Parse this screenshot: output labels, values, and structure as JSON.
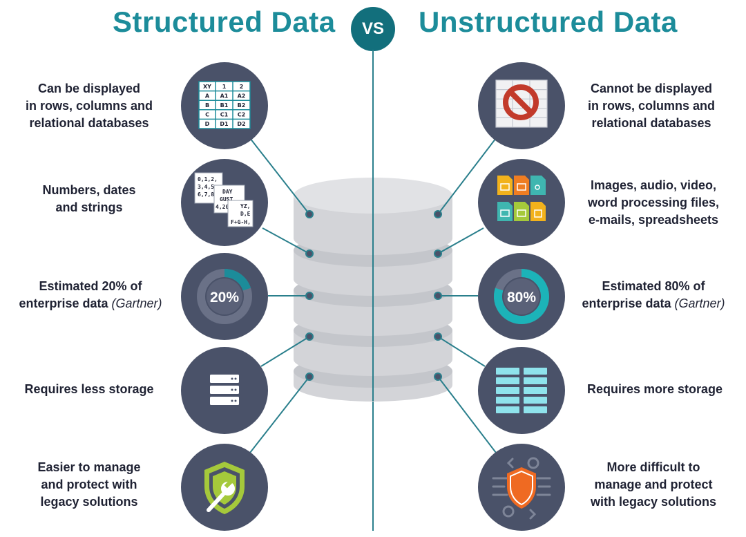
{
  "header": {
    "left_title": "Structured Data",
    "vs": "VS",
    "right_title": "Unstructured Data"
  },
  "structured": [
    {
      "lines": [
        "Can be displayed",
        "in rows, columns and",
        "relational databases"
      ],
      "icon": "table-grid-icon"
    },
    {
      "lines": [
        "Numbers, dates",
        "and strings"
      ],
      "icon": "data-cards-icon"
    },
    {
      "line1": "Estimated 20% of",
      "line2_main": "enterprise data ",
      "line2_note": "(Gartner)",
      "icon": "donut-20-icon",
      "percent": "20%",
      "share": 0.2
    },
    {
      "lines": [
        "Requires less storage"
      ],
      "icon": "small-server-icon"
    },
    {
      "lines": [
        "Easier to manage",
        "and protect with",
        "legacy solutions"
      ],
      "icon": "shield-wrench-icon"
    }
  ],
  "unstructured": [
    {
      "lines": [
        "Cannot be displayed",
        "in rows, columns and",
        "relational databases"
      ],
      "icon": "prohibited-table-icon"
    },
    {
      "lines": [
        "Images, audio, video,",
        "word processing files,",
        "e-mails, spreadsheets"
      ],
      "icon": "file-types-icon"
    },
    {
      "line1": "Estimated 80% of",
      "line2_main": "enterprise data ",
      "line2_note": "(Gartner)",
      "icon": "donut-80-icon",
      "percent": "80%",
      "share": 0.8
    },
    {
      "lines": [
        "Requires more storage"
      ],
      "icon": "large-server-icon"
    },
    {
      "lines": [
        "More difficult to",
        "manage and protect",
        "with legacy solutions"
      ],
      "icon": "shield-tools-icon"
    }
  ],
  "table_cells": [
    "XY",
    "1",
    "2",
    "A",
    "A1",
    "A2",
    "B",
    "B1",
    "B2",
    "C",
    "C1",
    "C2",
    "D",
    "D1",
    "D2"
  ],
  "data_cards": [
    "0,1,2,",
    "3,4,5,",
    "6,7,8,",
    "DAY",
    "GUST",
    "4,2025",
    "YZ,",
    "D,E",
    "F+G-H,"
  ],
  "colors": {
    "accent": "#1c8c9a",
    "circle": "#4a5269",
    "cylinder": "#d3d4d8",
    "text": "#1f2233"
  }
}
